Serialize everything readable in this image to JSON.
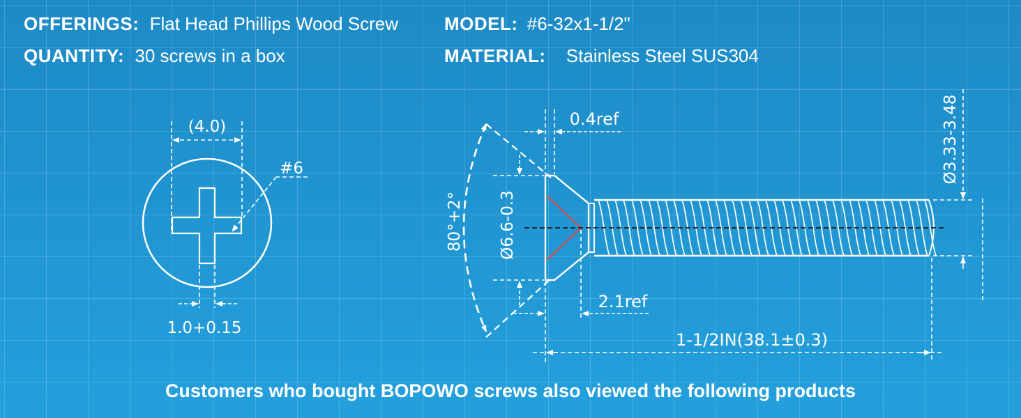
{
  "specs": {
    "offerings_label": "OFFERINGS:",
    "offerings_value": "Flat Head Phillips Wood Screw",
    "model_label": "MODEL:",
    "model_value": "#6-32x1-1/2\"",
    "quantity_label": "QUANTITY:",
    "quantity_value": "30 screws in a box",
    "material_label": "MATERIAL:",
    "material_value": "Stainless Steel SUS304"
  },
  "head_view": {
    "recess_width": "(4.0)",
    "size_callout": "#6",
    "slot_width": "1.0+0.15"
  },
  "side_view": {
    "head_height": "0.4ref",
    "thread_diameter": "Ø3.33-3.48",
    "head_angle": "80°+2°",
    "head_diameter": "Ø6.6-0.3",
    "recess_depth": "2.1ref",
    "length": "1-1/2IN(38.1±0.3)"
  },
  "footer_text": "Customers who bought BOPOWO screws also viewed the following products",
  "colors": {
    "background": "#2196d3",
    "line": "#ffffff",
    "accent": "#e8453c"
  }
}
